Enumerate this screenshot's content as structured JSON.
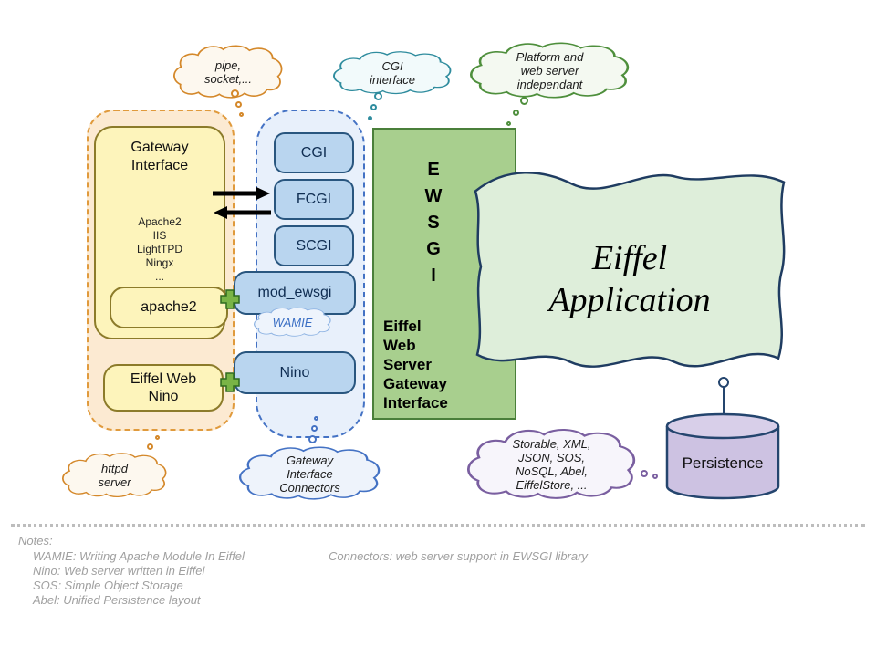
{
  "clouds": {
    "pipe_socket": "pipe,\nsocket,...",
    "cgi_interface": "CGI\ninterface",
    "platform": "Platform and\nweb server\nindependant",
    "wamie": "WAMIE",
    "httpd": "httpd\nserver",
    "gateway_connectors": "Gateway\nInterface\nConnectors",
    "storage": "Storable, XML,\nJSON, SOS,\nNoSQL, Abel,\nEiffelStore, ..."
  },
  "gateway_group": {
    "title": "Gateway\nInterface",
    "servers": "Apache2\nIIS\nLightTPD\nNingx\n...",
    "apache2_label": "apache2",
    "nino_label": "Eiffel Web\nNino"
  },
  "connector_group": {
    "cgi": "CGI",
    "fcgi": "FCGI",
    "scgi": "SCGI",
    "mod_ewsgi": "mod_ewsgi",
    "nino": "Nino"
  },
  "ewsgi": {
    "acronym": "E\nW\nS\nG\nI",
    "full_name": "Eiffel\nWeb\nServer\nGateway\nInterface"
  },
  "application": {
    "title": "Eiffel\nApplication"
  },
  "persistence": {
    "label": "Persistence"
  },
  "notes": {
    "heading": "Notes:",
    "glossary": "WAMIE: Writing Apache Module In Eiffel\nNino: Web server written in Eiffel\nSOS: Simple Object Storage\nAbel: Unified Persistence layout",
    "connectors_note": "Connectors: web server support in EWSGI library"
  },
  "colors": {
    "orange_accent": "#d4882a",
    "blue_accent": "#4472c4",
    "green_accent": "#4a7f3a",
    "teal_accent": "#2f8c9e",
    "purple_accent": "#7a5fa0",
    "navy_accent": "#1f3c61"
  }
}
